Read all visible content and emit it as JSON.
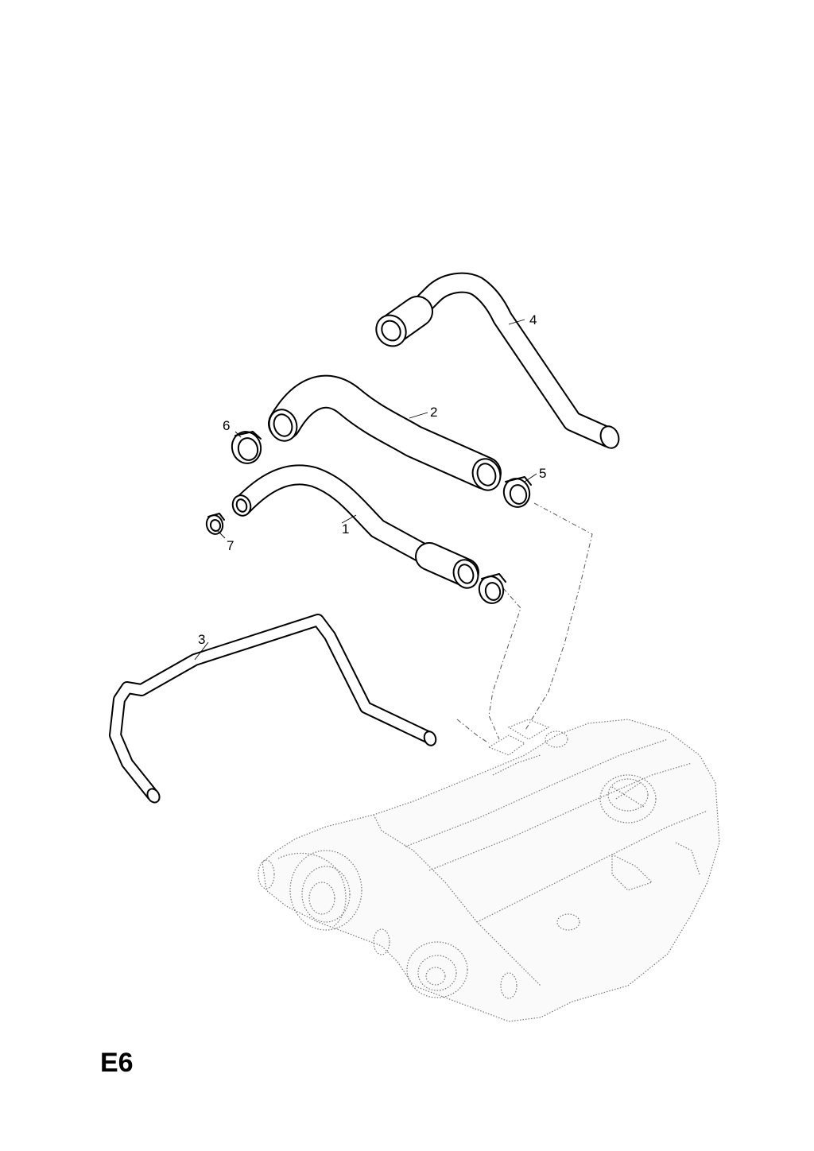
{
  "diagram": {
    "page_code": "E6",
    "callouts": [
      "1",
      "2",
      "3",
      "4",
      "5",
      "6",
      "7"
    ]
  }
}
